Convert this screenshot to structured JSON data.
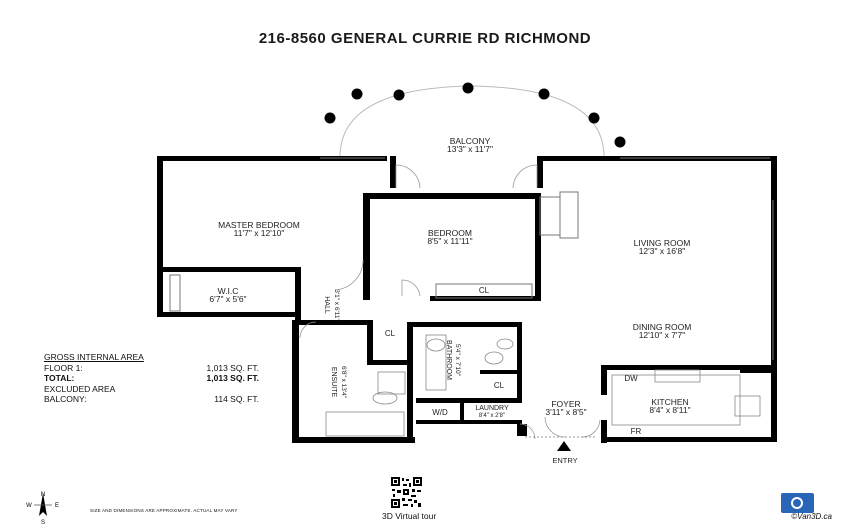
{
  "title": "216-8560 GENERAL CURRIE RD RICHMOND",
  "rooms": {
    "balcony": {
      "name": "BALCONY",
      "dims": "13'3\" x 11'7\""
    },
    "master_bedroom": {
      "name": "MASTER BEDROOM",
      "dims": "11'7\" x 12'10\""
    },
    "bedroom": {
      "name": "BEDROOM",
      "dims": "8'5\" x 11'11\""
    },
    "living_room": {
      "name": "LIVING ROOM",
      "dims": "12'3\" x 16'8\""
    },
    "wic": {
      "name": "W.I.C",
      "dims": "6'7\" x 5'6\""
    },
    "hall": {
      "name": "HALL",
      "dims": "3'1\" x 6'11\""
    },
    "dining_room": {
      "name": "DINING ROOM",
      "dims": "12'10\" x 7'7\""
    },
    "bathroom": {
      "name": "BATHROOM",
      "dims": "5'4\" x 7'10\""
    },
    "ensuite": {
      "name": "ENSUITE",
      "dims": "6'8\" x 13'4\""
    },
    "laundry": {
      "name": "LAUNDRY",
      "dims": "8'4\" x 2'8\""
    },
    "foyer": {
      "name": "FOYER",
      "dims": "3'11\" x 8'5\""
    },
    "kitchen": {
      "name": "KITCHEN",
      "dims": "8'4\" x 8'11\""
    }
  },
  "labels": {
    "cl_bedroom": "CL",
    "cl_hall": "CL",
    "cl_bath": "CL",
    "wd": "W/D",
    "dw": "DW",
    "fr": "FR",
    "entry": "ENTRY"
  },
  "area": {
    "header": "GROSS INTERNAL AREA",
    "floor1_label": "FLOOR 1:",
    "floor1_value": "1,013 SQ. FT.",
    "total_label": "TOTAL:",
    "total_value": "1,013 SQ. FT.",
    "excluded_label": "EXCLUDED AREA",
    "balcony_label": "BALCONY:",
    "balcony_value": "114 SQ. FT."
  },
  "compass": {
    "n": "N",
    "s": "S",
    "e": "E",
    "w": "W"
  },
  "disclaimer": "SIZE AND DIMENSIONS ARE APPROXIMATE. ACTUAL MAY VARY",
  "qr_label": "3D Virtual tour",
  "copyright": "©Van3D.ca"
}
